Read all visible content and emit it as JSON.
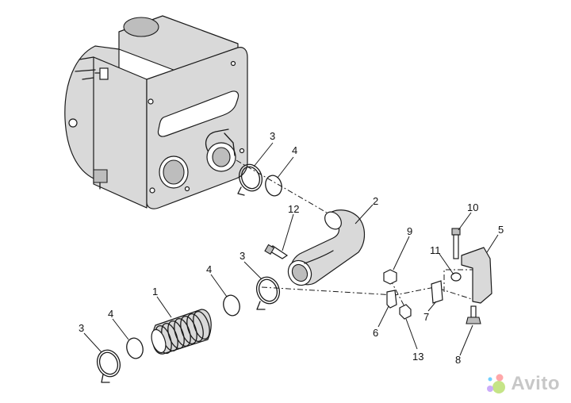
{
  "callouts": {
    "c1": "1",
    "c2": "2",
    "c3a": "3",
    "c3b": "3",
    "c3c": "3",
    "c4a": "4",
    "c4b": "4",
    "c4c": "4",
    "c5": "5",
    "c6": "6",
    "c7": "7",
    "c8": "8",
    "c9": "9",
    "c10": "10",
    "c11": "11",
    "c12": "12",
    "c13": "13"
  },
  "watermark": {
    "text": "Avito",
    "dot_colors": [
      "#97cf26",
      "#a169f7",
      "#ff6163",
      "#00aaff"
    ]
  }
}
